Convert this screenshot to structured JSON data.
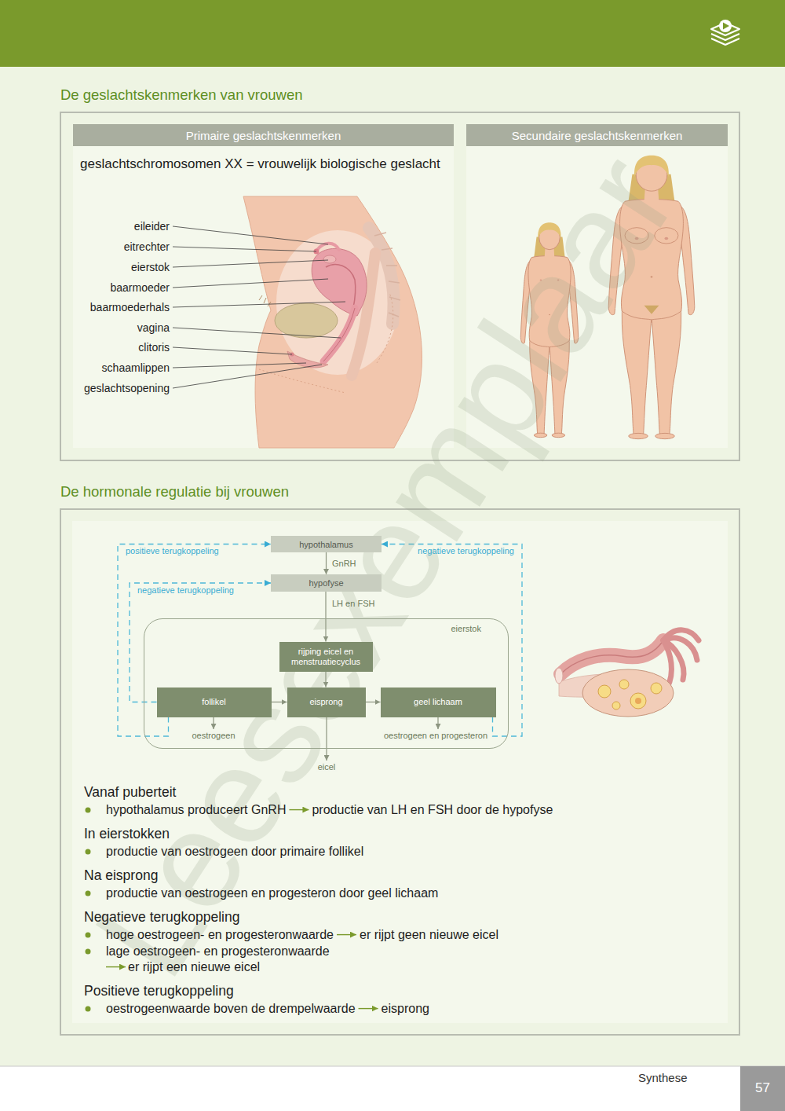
{
  "diagram": {
    "title": "De geslachtskenmerken van vrouwen",
    "nodes": [
      {
        "text": [
          "Primaire geslachtskenmerken"
        ]
      },
      {
        "text": [
          "Secundaire geslachtskenmerken"
        ]
      },
      {
        "text": [
          "hypothalamus"
        ]
      },
      {
        "text": [
          "hypofyse"
        ]
      },
      {
        "text": [
          "eierstok"
        ]
      },
      {
        "text": [
          "rijping eicel en menstruatiecyclus"
        ],
        "in": 4
      },
      {
        "text": [
          "follikel"
        ],
        "in": 4
      },
      {
        "text": [
          "eisprong"
        ],
        "in": 4
      },
      {
        "text": [
          "geel lichaam"
        ],
        "in": 4
      }
    ],
    "edges": [
      {
        "from": 2,
        "to": 3,
        "label": "GnRH",
        "arrow": "to"
      },
      {
        "from": 3,
        "to": 5,
        "label": "LH en FSH",
        "arrow": "to"
      },
      {
        "from": 5,
        "to": 7,
        "arrow": "to"
      },
      {
        "from": 6,
        "to": 7,
        "arrow": "to"
      },
      {
        "from": 7,
        "to": 8,
        "arrow": "to"
      },
      {
        "from": 6,
        "to": 2,
        "label": "positieve terugkoppeling",
        "arrow": "to"
      },
      {
        "from": 6,
        "to": 3,
        "label": "negatieve terugkoppeling",
        "arrow": "to"
      },
      {
        "from": 8,
        "to": 2,
        "label": "negatieve terugkoppeling",
        "arrow": "to"
      }
    ],
    "labels": [
      "De hormonale regulatie bij vrouwen",
      "geslachtschromosomen XX = vrouwelijk biologische geslacht",
      "eileider",
      "eitrechter",
      "eierstok",
      "baarmoeder",
      "baarmoederhals",
      "vagina",
      "clitoris",
      "schaamlippen",
      "geslachtsopening",
      "oestrogeen",
      "oestrogeen en progesteron",
      "eicel",
      "Vanaf puberteit",
      "hypothalamus produceert GnRH",
      "productie van LH en FSH door de hypofyse",
      "In eierstokken",
      "productie van oestrogeen door primaire follikel",
      "Na eisprong",
      "productie van oestrogeen en progesteron door geel lichaam",
      "Negatieve terugkoppeling",
      "hoge oestrogeen- en progesteronwaarde",
      "er rijpt geen nieuwe eicel",
      "lage oestrogeen- en progesteronwaarde",
      "er rijpt een nieuwe eicel",
      "Positieve terugkoppeling",
      "oestrogeenwaarde boven de drempelwaarde",
      "eisprong",
      "Synthese",
      "57",
      "Leesexemplaar"
    ]
  }
}
